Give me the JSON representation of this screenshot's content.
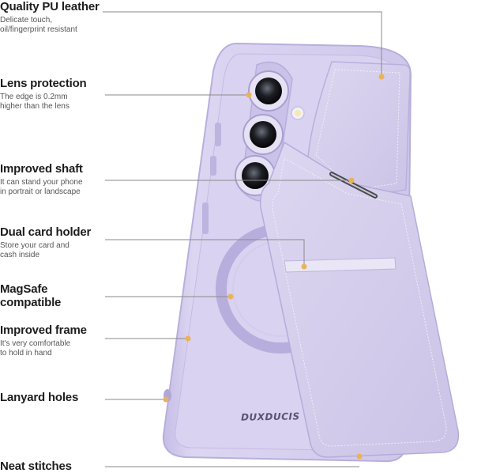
{
  "features": [
    {
      "title": "Quality PU leather",
      "desc": [
        "Delicate touch,",
        "oil/fingerprint resistant"
      ]
    },
    {
      "title": "Lens protection",
      "desc": [
        "The edge is 0.2mm",
        "higher than the lens"
      ]
    },
    {
      "title": "Improved shaft",
      "desc": [
        "It can stand your phone",
        "in portrait or landscape"
      ]
    },
    {
      "title": "Dual card holder",
      "desc": [
        "Store your card and",
        "cash inside"
      ]
    },
    {
      "title": [
        "MagSafe",
        "compatible"
      ],
      "desc": []
    },
    {
      "title": "Improved frame",
      "desc": [
        "It's very comfortable",
        "to hold in hand"
      ]
    },
    {
      "title": "Lanyard holes",
      "desc": []
    },
    {
      "title": "Neat stitches",
      "desc": []
    }
  ],
  "brand": "DUXDUCIS",
  "colors": {
    "case": "#d4cced",
    "case_dark": "#a89fd0",
    "leather": "#d8d1ee",
    "pointer": "#e9b35a",
    "line": "#8a8a8a"
  }
}
